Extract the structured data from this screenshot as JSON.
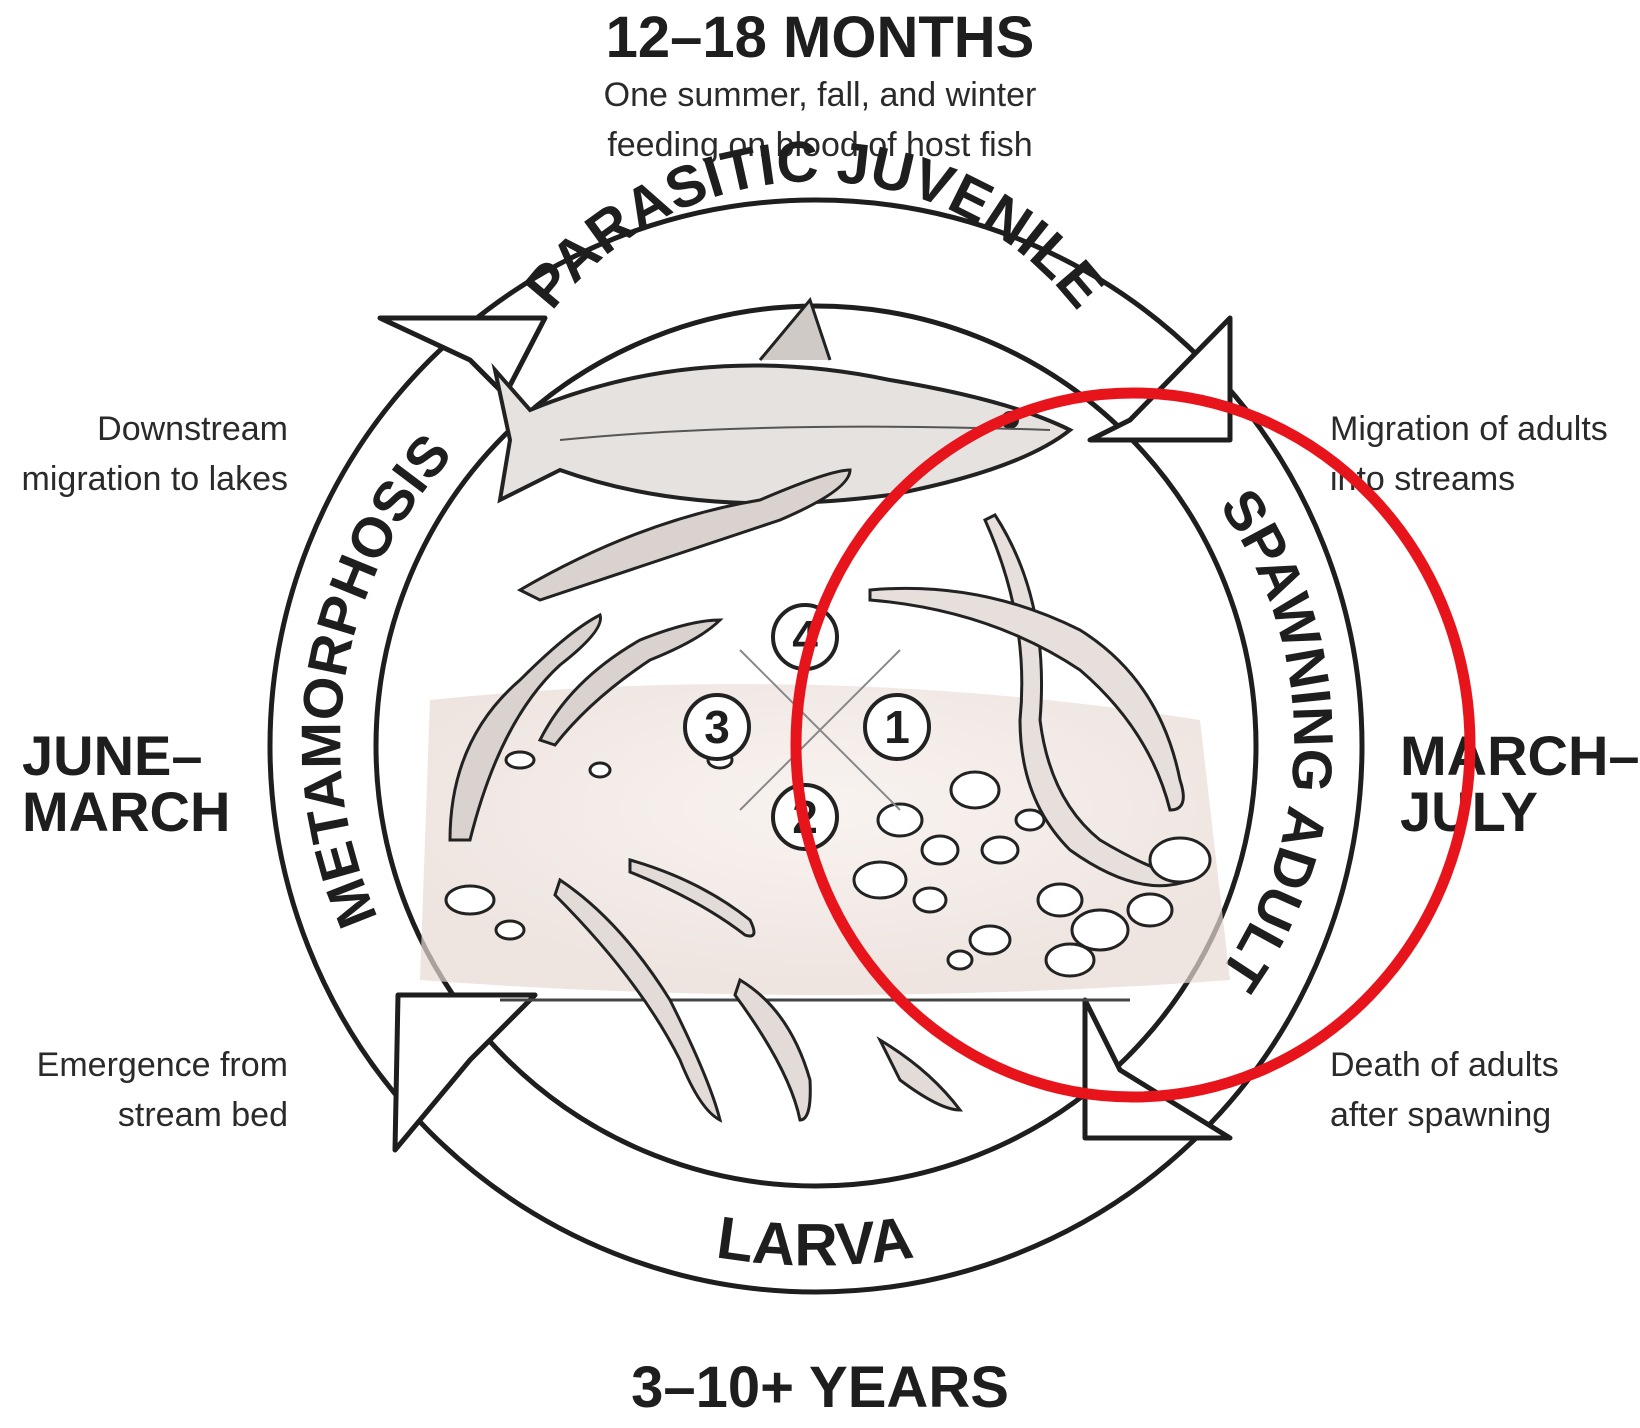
{
  "diagram": {
    "top_heading": "12–18 MONTHS",
    "top_note_line1": "One summer, fall, and winter",
    "top_note_line2": "feeding on blood of host fish",
    "bottom_heading": "3–10+ YEARS",
    "left_season_line1": "JUNE–",
    "left_season_line2": "MARCH",
    "right_season_line1": "MARCH–",
    "right_season_line2": "JULY",
    "note_top_left_line1": "Downstream",
    "note_top_left_line2": "migration to lakes",
    "note_bottom_left_line1": "Emergence from",
    "note_bottom_left_line2": "stream bed",
    "note_top_right_line1": "Migration of adults",
    "note_top_right_line2": "into streams",
    "note_bottom_right_line1": "Death of adults",
    "note_bottom_right_line2": "after spawning",
    "stage_parasitic": "PARASITIC JUVENILE",
    "stage_spawning": "SPAWNING ADULT",
    "stage_larva": "LARVA",
    "stage_metamorphosis": "METAMORPHOSIS",
    "step_1": "1",
    "step_2": "2",
    "step_3": "3",
    "step_4": "4"
  },
  "colors": {
    "ink": "#1e1e1e",
    "highlight_circle": "#e8141b",
    "sediment": "#efe6e2"
  }
}
